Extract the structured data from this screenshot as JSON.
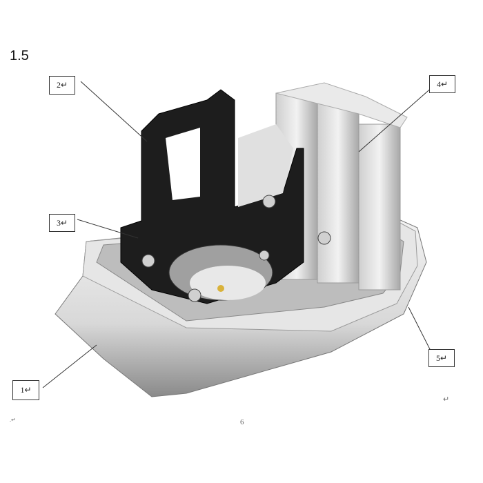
{
  "section_number": "1.5",
  "callouts": {
    "c1": "1↵",
    "c2": "2↵",
    "c3": "3↵",
    "c4": "4↵",
    "c5": "5↵"
  },
  "page_number": "6",
  "paragraph_mark": "↵",
  "left_mark": ".↵"
}
